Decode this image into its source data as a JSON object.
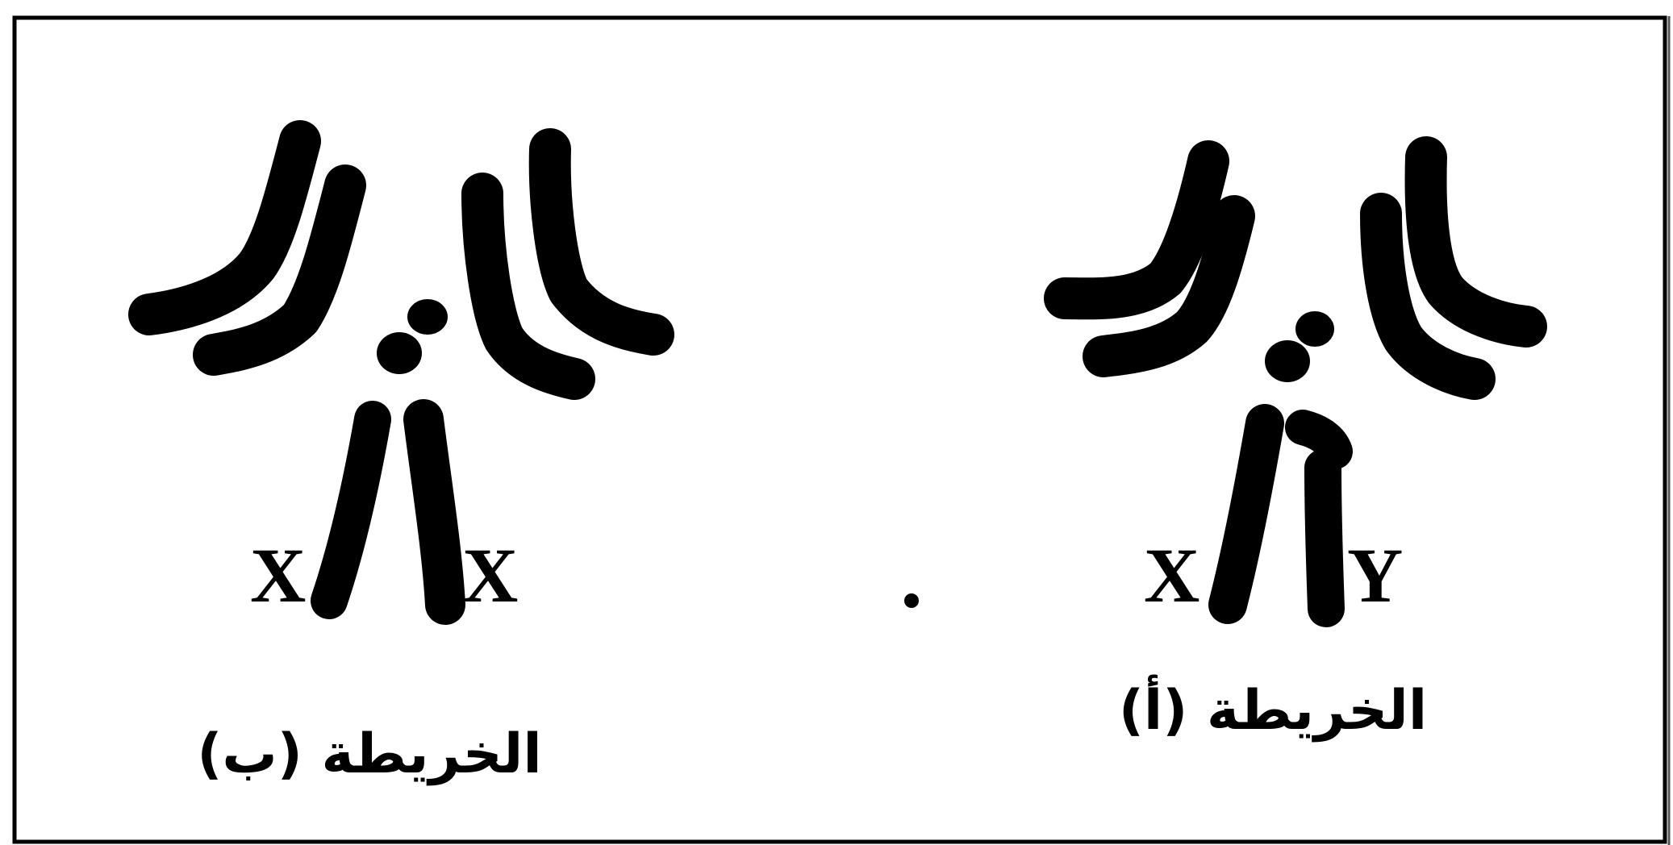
{
  "karyotype_b": {
    "caption": "الخريطة (ب)",
    "label_left": "X",
    "label_right": "X"
  },
  "karyotype_a": {
    "caption": "الخريطة (أ)",
    "label_left": "X",
    "label_right": "Y"
  },
  "colors": {
    "ink": "#000000",
    "background": "#ffffff"
  }
}
